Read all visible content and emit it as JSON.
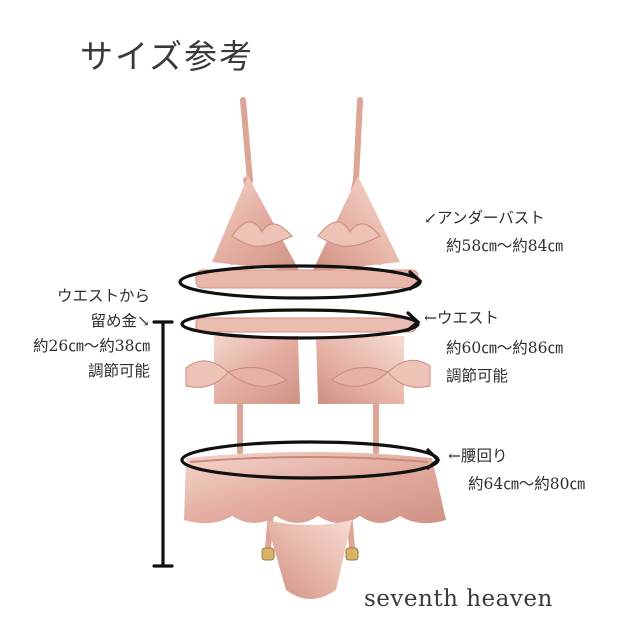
{
  "title": "サイズ参考",
  "underbust": {
    "label": "↙アンダーバスト",
    "range": "約58㎝〜約84㎝"
  },
  "waist": {
    "label": "←ウエスト",
    "range": "約60㎝〜約86㎝",
    "note": "調節可能"
  },
  "hip": {
    "label": "←腰回り",
    "range": "約64㎝〜約80㎝"
  },
  "drop": {
    "line1": "ウエストから",
    "line2": "留め金↘",
    "range": "約26㎝〜約38㎝",
    "note": "調節可能"
  },
  "brand": "seventh heaven",
  "colors": {
    "fabric": "#e7b7ab",
    "fabric_light": "#f3d3c9",
    "fabric_dark": "#c8897c",
    "ink": "#111111"
  }
}
